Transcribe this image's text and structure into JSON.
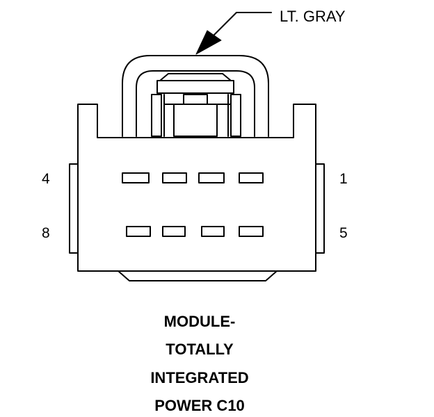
{
  "connector": {
    "color_label": "LT. GRAY",
    "pin_labels": {
      "top_left": "4",
      "top_right": "1",
      "bottom_left": "8",
      "bottom_right": "5"
    },
    "caption": [
      "MODULE-",
      "TOTALLY",
      "INTEGRATED",
      "POWER C10"
    ]
  }
}
